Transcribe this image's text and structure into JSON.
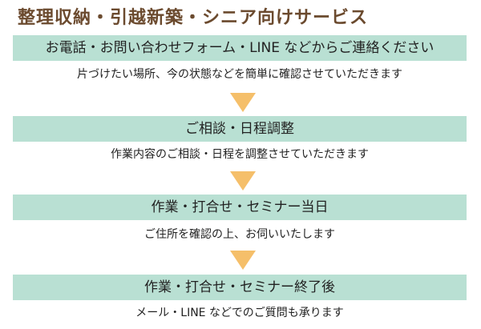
{
  "title": "整理収納・引越新築・シニア向けサービス",
  "colors": {
    "title": "#6b4a2e",
    "step_bar": "#b9e0d3",
    "arrow": "#f5bf6a",
    "text": "#222222"
  },
  "steps": [
    {
      "heading": "お電話・お問い合わせフォーム・LINE などからご連絡ください",
      "description": "片づけたい場所、今の状態などを簡単に確認させていただきます"
    },
    {
      "heading": "ご相談・日程調整",
      "description": "作業内容のご相談・日程を調整させていただきます"
    },
    {
      "heading": "作業・打合せ・セミナー当日",
      "description": "ご住所を確認の上、お伺いいたします"
    },
    {
      "heading": "作業・打合せ・セミナー終了後",
      "description": "メール・LINE などでのご質問も承ります"
    }
  ],
  "icons": {
    "arrow": "down-triangle-arrow-icon"
  }
}
